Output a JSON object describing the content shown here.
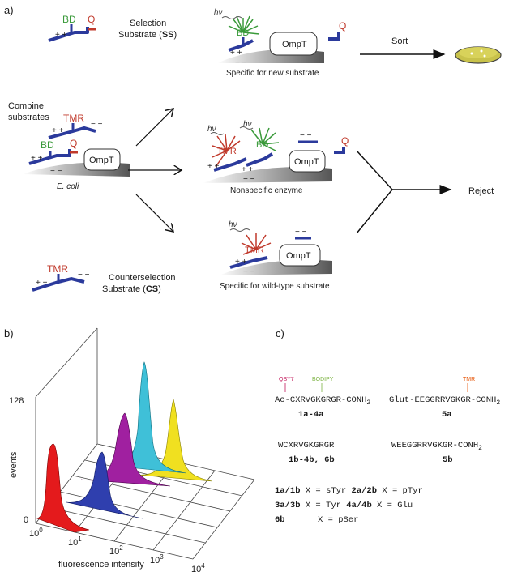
{
  "panel_a": {
    "label": "a)",
    "ss_label_line1": "Selection",
    "ss_label_line2a": "Substrate (",
    "ss_label_abbr": "SS",
    "ss_label_line2b": ")",
    "cs_label_line1": "Counterselection",
    "cs_label_line2a": "Substrate (",
    "cs_label_abbr": "CS",
    "cs_label_line2b": ")",
    "combine_line1": "Combine",
    "combine_line2": "substrates",
    "ecoli": "E. coli",
    "ompt": "OmpT",
    "bd": "BD",
    "q": "Q",
    "tmr": "TMR",
    "hv": "hν",
    "plus": "+ +",
    "minus": "− −",
    "caption_specific_new": "Specific for new substrate",
    "caption_nonspecific": "Nonspecific enzyme",
    "caption_specific_wt": "Specific for wild-type substrate",
    "sort": "Sort",
    "reject": "Reject",
    "colors": {
      "blue": "#2b3a9c",
      "green": "#3a9a3a",
      "red": "#c0392b",
      "plate": "#c8c24a"
    }
  },
  "panel_b": {
    "label": "b)",
    "y_axis_label": "events",
    "y_ticks": [
      "128",
      "0"
    ],
    "x_axis_label": "fluorescence intensity",
    "x_ticks": [
      "10",
      "10",
      "10",
      "10",
      "10"
    ],
    "x_tick_exps": [
      "0",
      "1",
      "2",
      "3",
      "4"
    ],
    "series_colors": [
      "#e41a1c",
      "#2f3fae",
      "#a020a0",
      "#3fc0d8",
      "#f0e020"
    ]
  },
  "panel_c": {
    "label": "c)",
    "dye_qsy7": "QSY7",
    "dye_bodipy": "BODIPY",
    "dye_tmr": "TMR",
    "seq1": "Ac-CXRVGKGRGR-CONH",
    "seq1_sub": "2",
    "seq1_id": "1a-4a",
    "seq2": "Glut-EEGGRRVGKGR-CONH",
    "seq2_sub": "2",
    "seq2_id": "5a",
    "seq3": "WCXRVGKGRGR",
    "seq3_id": "1b-4b, 6b",
    "seq4": "WEEGGRRVGKGR-CONH",
    "seq4_sub": "2",
    "seq4_id": "5b",
    "legend": [
      {
        "id": "1a/1b",
        "text": " X = sTyr "
      },
      {
        "id": "2a/2b",
        "text": " X = pTyr"
      },
      {
        "id": "3a/3b",
        "text": " X = Tyr "
      },
      {
        "id": "4a/4b",
        "text": " X = Glu"
      },
      {
        "id": "6b",
        "text": "X = pSer"
      }
    ],
    "dye_colors": {
      "qsy7": "#c2185b",
      "bodipy": "#7cb342",
      "tmr": "#e65100"
    }
  }
}
